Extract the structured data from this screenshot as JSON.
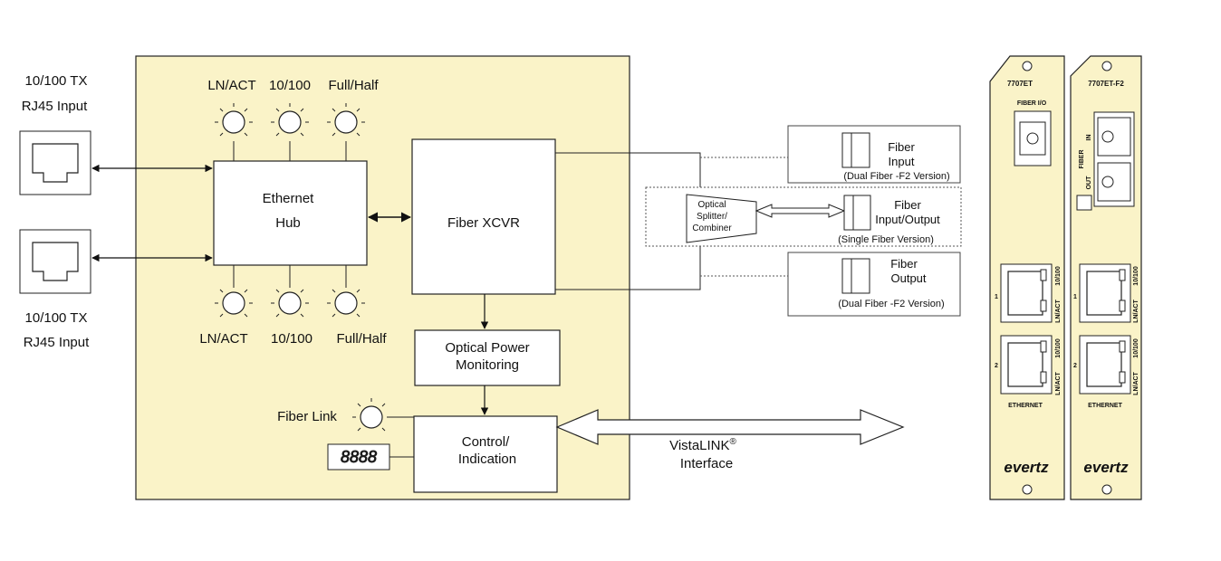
{
  "colors": {
    "panel_fill": "#faf3c8",
    "stroke": "#222222",
    "box_fill": "#ffffff"
  },
  "left": {
    "rj45_top_line1": "10/100 TX",
    "rj45_top_line2": "RJ45 Input",
    "rj45_bottom_line1": "10/100 TX",
    "rj45_bottom_line2": "RJ45 Input"
  },
  "block": {
    "leds_top": [
      "LN/ACT",
      "10/100",
      "Full/Half"
    ],
    "leds_bottom": [
      "LN/ACT",
      "10/100",
      "Full/Half"
    ],
    "hub_line1": "Ethernet",
    "hub_line2": "Hub",
    "xcvr": "Fiber XCVR",
    "opm_line1": "Optical Power",
    "opm_line2": "Monitoring",
    "ctrl_line1": "Control/",
    "ctrl_line2": "Indication",
    "fiber_link": "Fiber Link",
    "display_digits": "8888"
  },
  "interface": {
    "vistalink_line1": "VistaLINK",
    "vistalink_sup": "®",
    "vistalink_line2": "Interface"
  },
  "fiber_options": {
    "splitter_line1": "Optical",
    "splitter_line2": "Splitter/",
    "splitter_line3": "Combiner",
    "input_line1": "Fiber",
    "input_line2": "Input",
    "input_note": "(Dual Fiber -F2 Version)",
    "io_line1": "Fiber",
    "io_line2": "Input/Output",
    "io_note": "(Single Fiber  Version)",
    "output_line1": "Fiber",
    "output_line2": "Output",
    "output_note": "(Dual Fiber -F2 Version)"
  },
  "cards": [
    {
      "model": "7707ET",
      "fiber_label": "FIBER I/O",
      "port1": "1",
      "port2": "2",
      "led_a": "10/100",
      "led_b": "LN/ACT",
      "ethernet": "ETHERNET",
      "brand": "evertz"
    },
    {
      "model": "7707ET-F2",
      "fiber_label": "FIBER",
      "fiber_in": "IN",
      "fiber_out": "OUT",
      "port1": "1",
      "port2": "2",
      "led_a": "10/100",
      "led_b": "LN/ACT",
      "ethernet": "ETHERNET",
      "brand": "evertz"
    }
  ]
}
